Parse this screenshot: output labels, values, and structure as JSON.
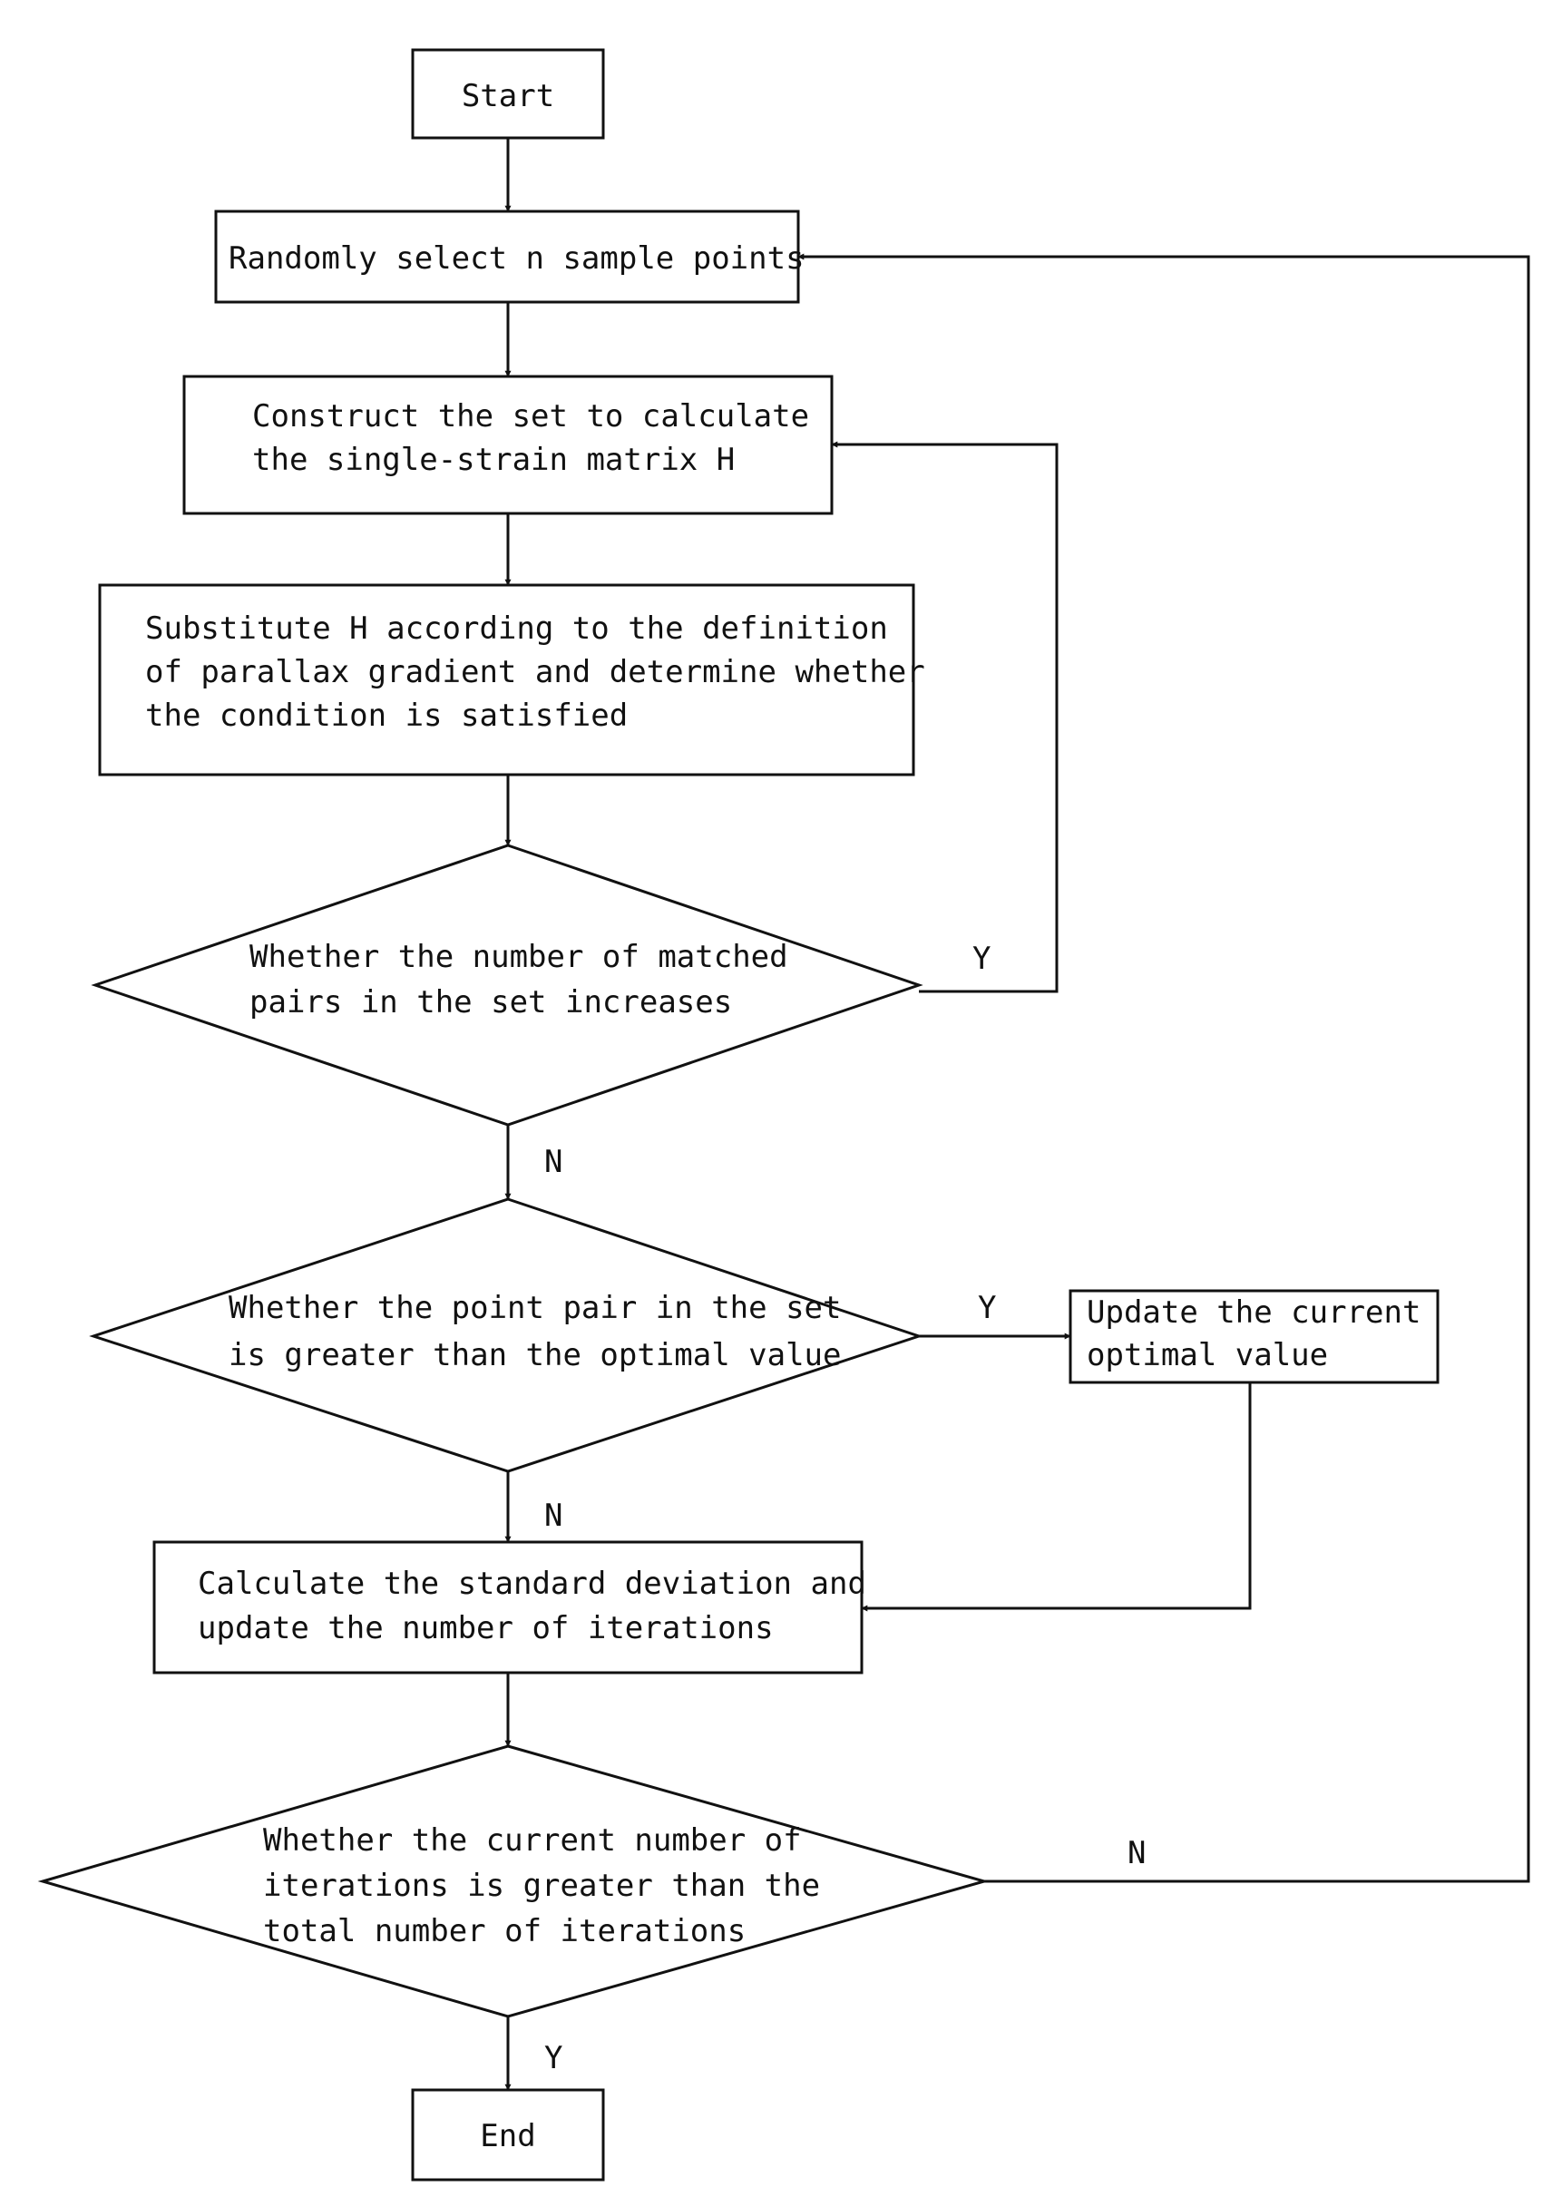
{
  "nodes": {
    "start": {
      "lines": [
        "Start"
      ]
    },
    "select_samples": {
      "lines": [
        "Randomly select n sample points"
      ]
    },
    "construct_set": {
      "lines": [
        "Construct the set to calculate",
        "the single-strain matrix H"
      ]
    },
    "substitute_h": {
      "lines": [
        "Substitute H according to the definition",
        "of parallax gradient and determine whether",
        "the condition is satisfied"
      ]
    },
    "matched_pairs_decision": {
      "lines": [
        "Whether the number of matched",
        "pairs in the set increases"
      ]
    },
    "optimal_decision": {
      "lines": [
        "Whether the point pair in the set",
        "is greater than the optimal value"
      ]
    },
    "update_optimal": {
      "lines": [
        "Update the current",
        "optimal value"
      ]
    },
    "calc_std": {
      "lines": [
        "Calculate the standard deviation and",
        "update the number of iterations"
      ]
    },
    "iterations_decision": {
      "lines": [
        "Whether the current number of",
        "iterations is greater than the",
        "total number of iterations"
      ]
    },
    "end": {
      "lines": [
        "End"
      ]
    }
  },
  "edge_labels": {
    "matched_yes": "Y",
    "matched_no": "N",
    "optimal_yes": "Y",
    "optimal_no": "N",
    "iterations_no": "N",
    "iterations_yes": "Y"
  }
}
